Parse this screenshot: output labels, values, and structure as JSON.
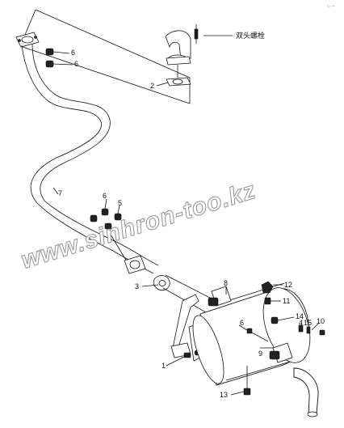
{
  "corner_mark": "◇ —",
  "watermark": "www.sinhron-too.kz",
  "annotation_cn": "双头螺栓",
  "callouts": [
    {
      "id": "c-6-top",
      "text": "6"
    },
    {
      "id": "c-6-top2",
      "text": "6"
    },
    {
      "id": "c-2",
      "text": "2"
    },
    {
      "id": "c-7",
      "text": "7"
    },
    {
      "id": "c-6-mid",
      "text": "6"
    },
    {
      "id": "c-5",
      "text": "5"
    },
    {
      "id": "c-8",
      "text": "8"
    },
    {
      "id": "c-3",
      "text": "3"
    },
    {
      "id": "c-12",
      "text": "12"
    },
    {
      "id": "c-11",
      "text": "11"
    },
    {
      "id": "c-14",
      "text": "14"
    },
    {
      "id": "c-4",
      "text": "4"
    },
    {
      "id": "c-15",
      "text": "15"
    },
    {
      "id": "c-10",
      "text": "10"
    },
    {
      "id": "c-6-right",
      "text": "6"
    },
    {
      "id": "c-9",
      "text": "9"
    },
    {
      "id": "c-1",
      "text": "1"
    },
    {
      "id": "c-13",
      "text": "13"
    }
  ]
}
